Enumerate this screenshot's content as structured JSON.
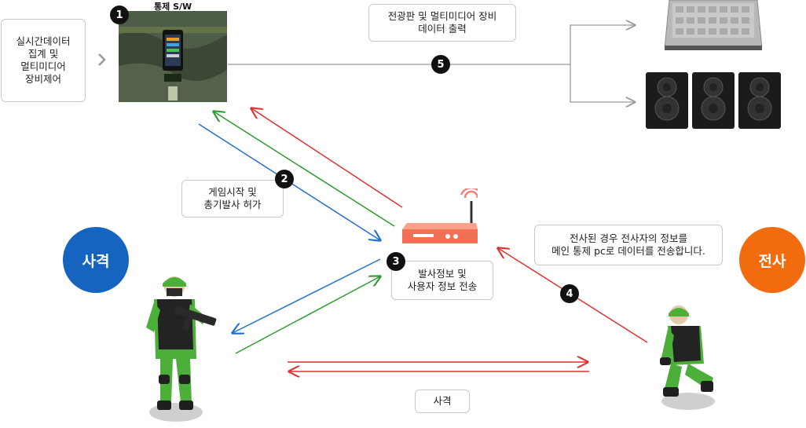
{
  "software": {
    "title": "통제 S/W"
  },
  "left_box": {
    "text": "실시간데이터\n집계 및\n멀티미디어\n장비제어"
  },
  "output_box": {
    "text": "전광판 및 멀티미디어 장비\n데이터 출력"
  },
  "game_box": {
    "text": "게임시작 및\n총기발사 허가"
  },
  "fire_box": {
    "text": "발사정보 및\n사용자 정보 전송"
  },
  "death_box": {
    "text": "전사된 경우 전사자의 정보를\n메인 통제 pc로 데이터를 전송합니다."
  },
  "shoot_box": {
    "text": "사격"
  },
  "steps": {
    "s1": "1",
    "s2": "2",
    "s3": "3",
    "s4": "4",
    "s5": "5"
  },
  "roles": {
    "shooter": "사격",
    "killed": "전사"
  },
  "colors": {
    "red": "#e03131",
    "green": "#2e9b2e",
    "blue": "#1f6fd1",
    "gray": "#9a9a9a",
    "shooter_circle": "#1565c0",
    "killed_circle": "#f26b0f"
  }
}
